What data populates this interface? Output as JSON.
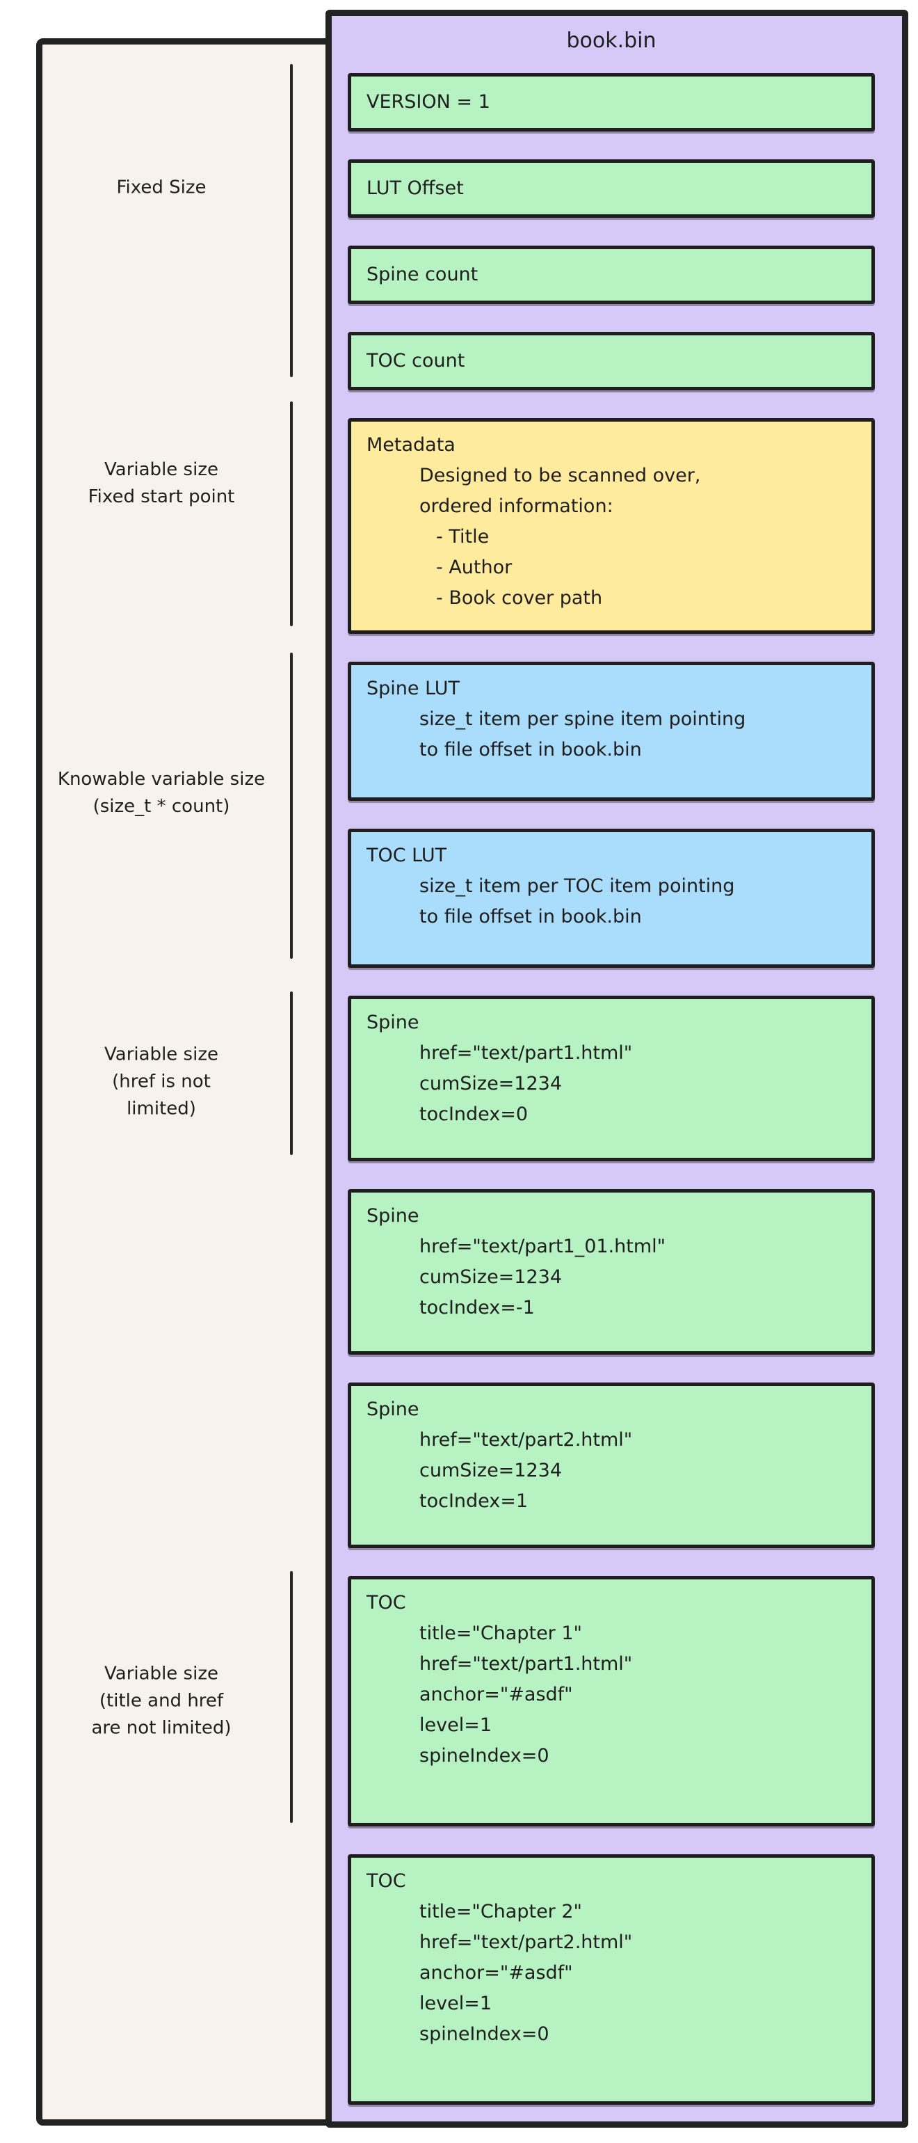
{
  "diagram": {
    "file_title": "book.bin",
    "colors": {
      "canvas_background": "#f7f2ec",
      "container_fill": "#d6c9f8",
      "field_fill": "#b7f2c2",
      "lut_fill": "#aadcfb",
      "metadata_fill": "#ffeb9e",
      "stroke": "#1e1e1e"
    },
    "sections": [
      {
        "id": "fixed-size",
        "label": "Fixed Size"
      },
      {
        "id": "variable-size-fixed-start",
        "label": "Variable size\nFixed start point"
      },
      {
        "id": "knowable-variable-size",
        "label": "Knowable variable size\n(size_t * count)"
      },
      {
        "id": "variable-size-href",
        "label": "Variable size\n(href is not\nlimited)"
      },
      {
        "id": "variable-size-title-href",
        "label": "Variable size\n(title and href\nare not limited)"
      }
    ],
    "boxes": [
      {
        "id": "version",
        "kind": "field",
        "color": "green",
        "lines": [
          {
            "ind": 0,
            "text": "VERSION = 1"
          }
        ]
      },
      {
        "id": "lut-offset",
        "kind": "field",
        "color": "green",
        "lines": [
          {
            "ind": 0,
            "text": "LUT Offset"
          }
        ]
      },
      {
        "id": "spine-count",
        "kind": "field",
        "color": "green",
        "lines": [
          {
            "ind": 0,
            "text": "Spine count"
          }
        ]
      },
      {
        "id": "toc-count",
        "kind": "field",
        "color": "green",
        "lines": [
          {
            "ind": 0,
            "text": "TOC count"
          }
        ]
      },
      {
        "id": "metadata",
        "kind": "metadata",
        "color": "yellow",
        "lines": [
          {
            "ind": 0,
            "text": "Metadata"
          },
          {
            "ind": 1,
            "text": "Designed to be scanned over,"
          },
          {
            "ind": 1,
            "text": "ordered information:"
          },
          {
            "ind": 2,
            "text": "- Title"
          },
          {
            "ind": 2,
            "text": "- Author"
          },
          {
            "ind": 2,
            "text": "- Book cover path"
          }
        ]
      },
      {
        "id": "spine-lut",
        "kind": "lut",
        "color": "blue",
        "lines": [
          {
            "ind": 0,
            "text": "Spine LUT"
          },
          {
            "ind": 1,
            "text": "size_t item per spine item pointing"
          },
          {
            "ind": 1,
            "text": "to file offset in book.bin"
          }
        ]
      },
      {
        "id": "toc-lut",
        "kind": "lut",
        "color": "blue",
        "lines": [
          {
            "ind": 0,
            "text": "TOC LUT"
          },
          {
            "ind": 1,
            "text": "size_t item per TOC item pointing"
          },
          {
            "ind": 1,
            "text": "to file offset in book.bin"
          }
        ]
      },
      {
        "id": "spine-1",
        "kind": "spine",
        "color": "green",
        "lines": [
          {
            "ind": 0,
            "text": "Spine"
          },
          {
            "ind": 1,
            "text": "href=\"text/part1.html\""
          },
          {
            "ind": 1,
            "text": "cumSize=1234"
          },
          {
            "ind": 1,
            "text": "tocIndex=0"
          }
        ]
      },
      {
        "id": "spine-2",
        "kind": "spine",
        "color": "green",
        "lines": [
          {
            "ind": 0,
            "text": "Spine"
          },
          {
            "ind": 1,
            "text": "href=\"text/part1_01.html\""
          },
          {
            "ind": 1,
            "text": "cumSize=1234"
          },
          {
            "ind": 1,
            "text": "tocIndex=-1"
          }
        ]
      },
      {
        "id": "spine-3",
        "kind": "spine",
        "color": "green",
        "lines": [
          {
            "ind": 0,
            "text": "Spine"
          },
          {
            "ind": 1,
            "text": "href=\"text/part2.html\""
          },
          {
            "ind": 1,
            "text": "cumSize=1234"
          },
          {
            "ind": 1,
            "text": "tocIndex=1"
          }
        ]
      },
      {
        "id": "toc-1",
        "kind": "toc",
        "color": "green",
        "lines": [
          {
            "ind": 0,
            "text": "TOC"
          },
          {
            "ind": 1,
            "text": "title=\"Chapter 1\""
          },
          {
            "ind": 1,
            "text": "href=\"text/part1.html\""
          },
          {
            "ind": 1,
            "text": "anchor=\"#asdf\""
          },
          {
            "ind": 1,
            "text": "level=1"
          },
          {
            "ind": 1,
            "text": "spineIndex=0"
          }
        ]
      },
      {
        "id": "toc-2",
        "kind": "toc",
        "color": "green",
        "lines": [
          {
            "ind": 0,
            "text": "TOC"
          },
          {
            "ind": 1,
            "text": "title=\"Chapter 2\""
          },
          {
            "ind": 1,
            "text": "href=\"text/part2.html\""
          },
          {
            "ind": 1,
            "text": "anchor=\"#asdf\""
          },
          {
            "ind": 1,
            "text": "level=1"
          },
          {
            "ind": 1,
            "text": "spineIndex=0"
          }
        ]
      }
    ]
  }
}
